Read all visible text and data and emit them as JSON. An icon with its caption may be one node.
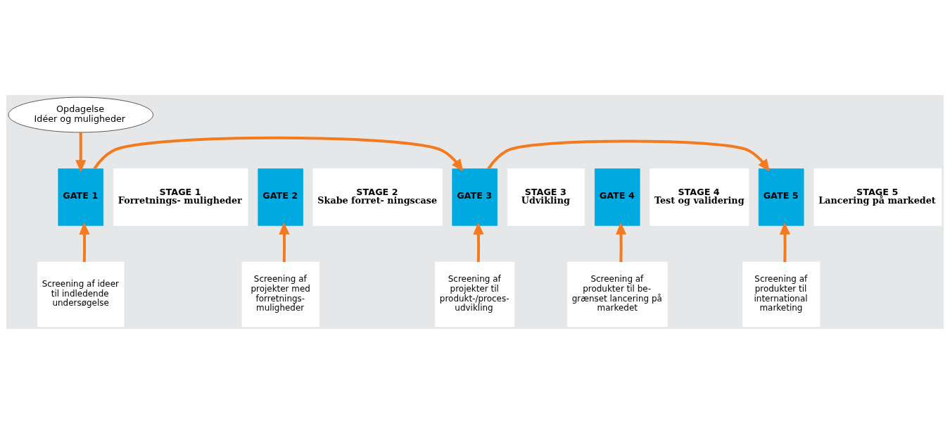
{
  "diagram": {
    "nodes": [
      {
        "text": [
          "Opdagelse",
          "Idéer og muligheder"
        ]
      },
      {
        "text": [
          "GATE 1"
        ]
      },
      {
        "text": [
          "STAGE 1",
          "Forretnings- muligheder"
        ]
      },
      {
        "text": [
          "GATE 2"
        ]
      },
      {
        "text": [
          "STAGE 2",
          "Skabe forret- ningscase"
        ]
      },
      {
        "text": [
          "GATE 3"
        ]
      },
      {
        "text": [
          "STAGE 3",
          "Udvikling"
        ]
      },
      {
        "text": [
          "GATE 4"
        ]
      },
      {
        "text": [
          "STAGE 4",
          "Test og validering"
        ]
      },
      {
        "text": [
          "GATE 5"
        ]
      },
      {
        "text": [
          "STAGE 5",
          "Lancering på markedet"
        ]
      },
      {
        "text": [
          "Screening af ideer til indledende undersøgelse"
        ]
      },
      {
        "text": [
          "Screening af projekter med forretnings- muligheder"
        ]
      },
      {
        "text": [
          "Screening af projekter til produkt-/proces- udvikling"
        ]
      },
      {
        "text": [
          "Screening af produkter til be- grænset lancering på markedet"
        ]
      },
      {
        "text": [
          "Screening af produkter til international marketing"
        ]
      }
    ],
    "edges": [
      {
        "from": 0,
        "to": 1,
        "arrow": "to"
      },
      {
        "from": 1,
        "to": 5,
        "arrow": "to"
      },
      {
        "from": 5,
        "to": 9,
        "arrow": "to"
      },
      {
        "from": 11,
        "to": 1,
        "arrow": "to"
      },
      {
        "from": 12,
        "to": 3,
        "arrow": "to"
      },
      {
        "from": 13,
        "to": 5,
        "arrow": "to"
      },
      {
        "from": 14,
        "to": 7,
        "arrow": "to"
      },
      {
        "from": 15,
        "to": 9,
        "arrow": "to"
      }
    ]
  }
}
